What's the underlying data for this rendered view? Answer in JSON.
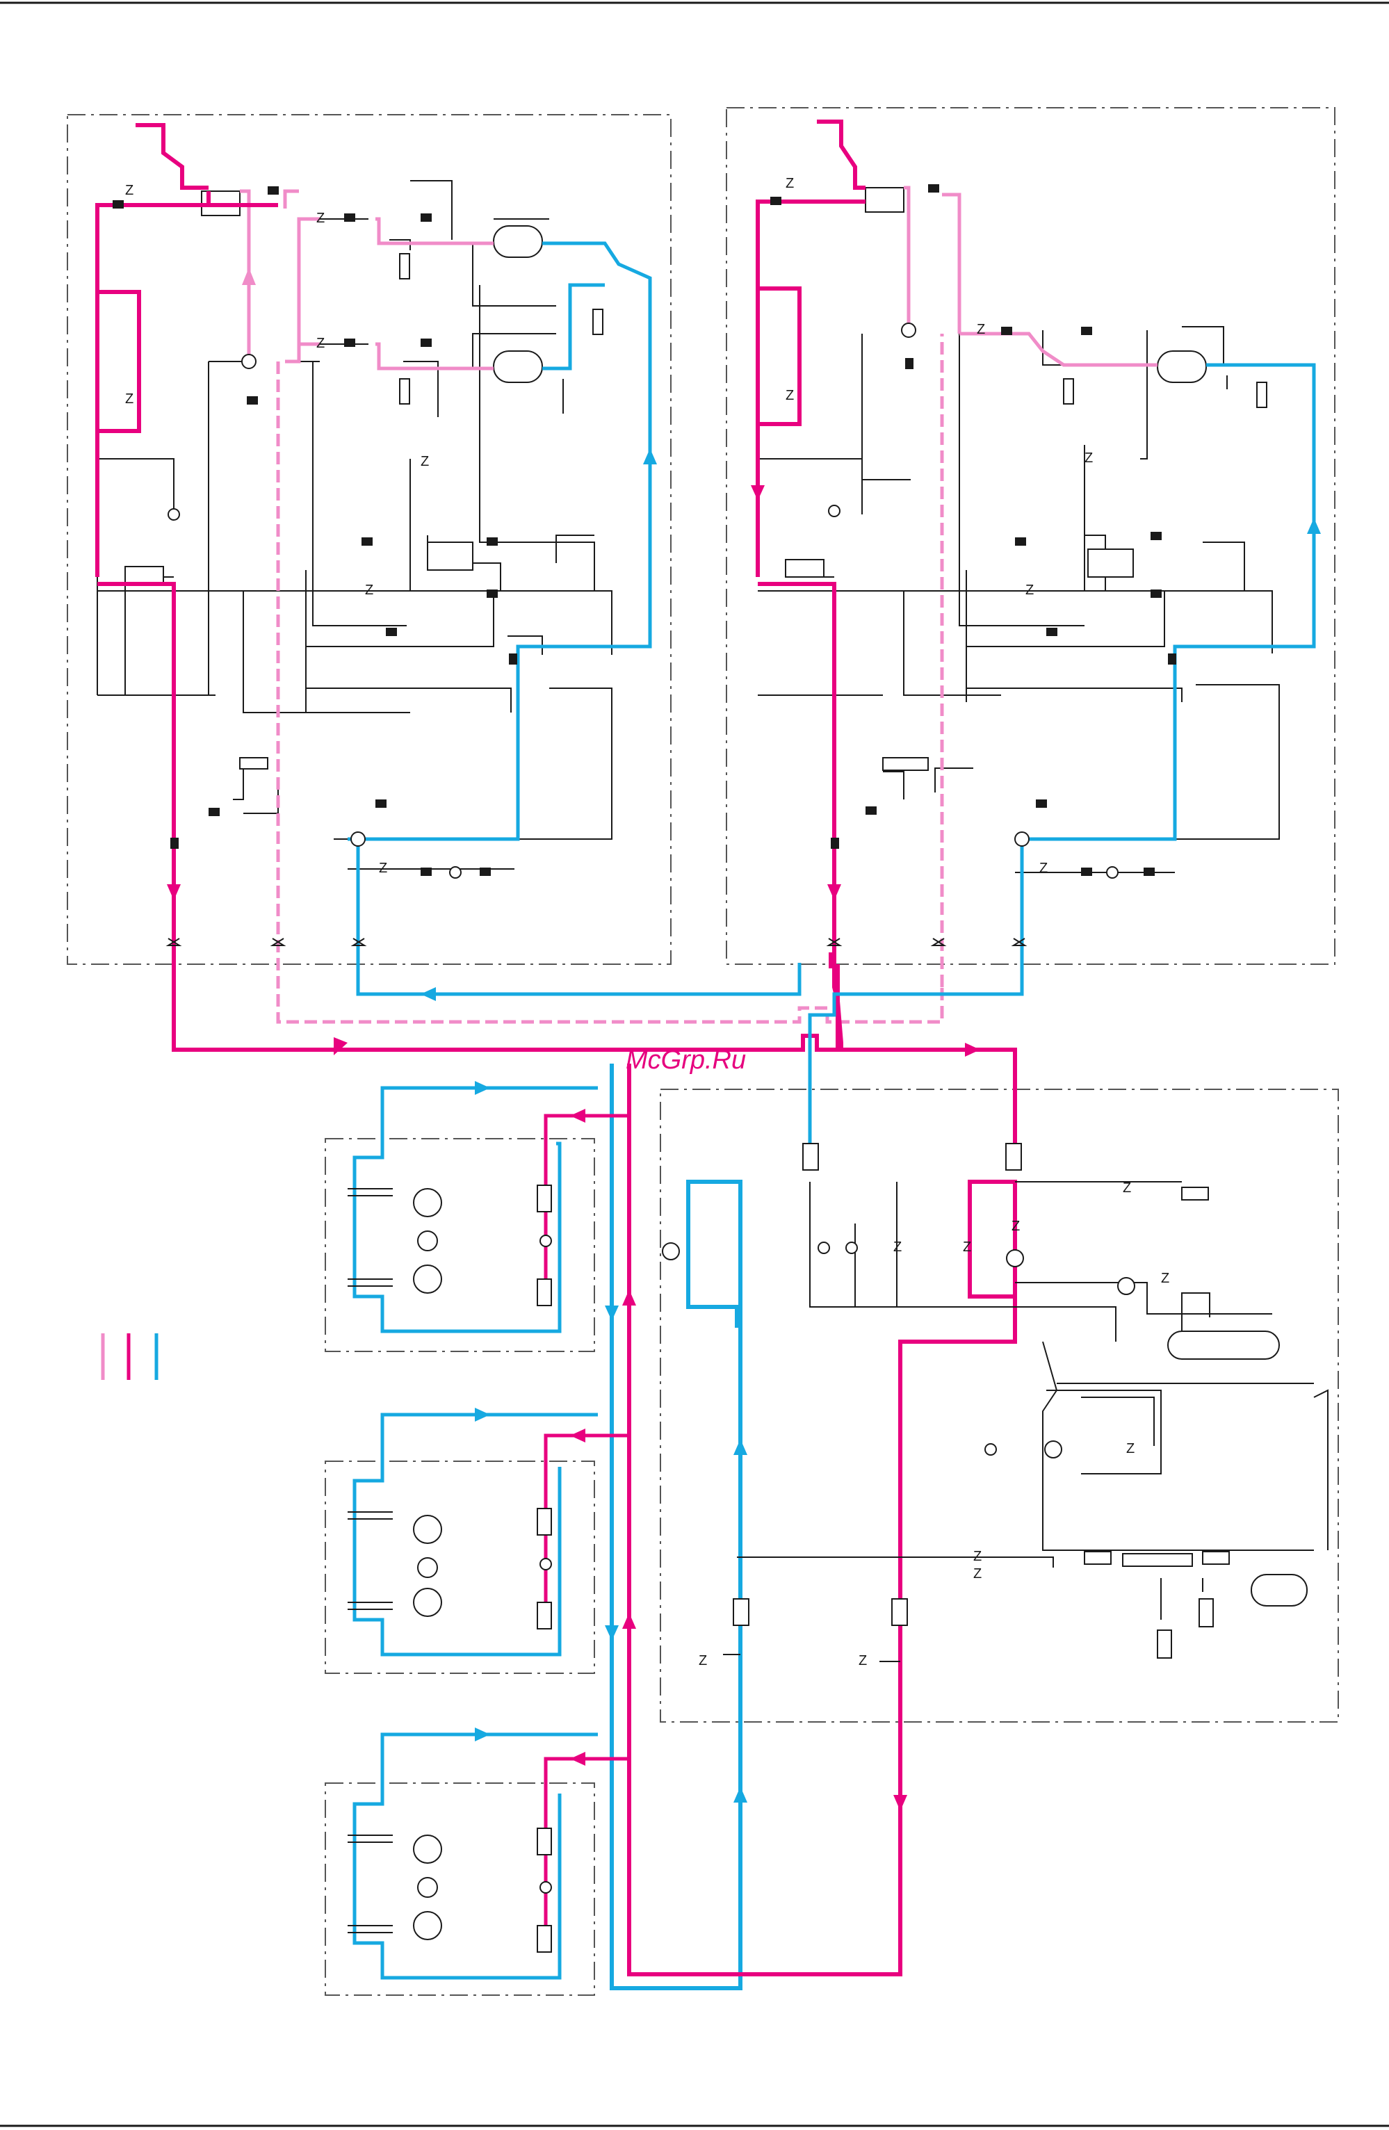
{
  "watermark": "McGrp.Ru",
  "colors": {
    "discharge_gas": "#e8007f",
    "suction_gas": "#16a9e1",
    "liquid": "#f08cc8",
    "line": "#1a1a1a",
    "frame": "#555555"
  },
  "symbols": {
    "check_valve": "Z",
    "legend_lines": [
      "liquid",
      "discharge_gas",
      "suction_gas"
    ]
  },
  "sections": {
    "outdoor_unit_left": "outdoor-unit-1",
    "outdoor_unit_right": "outdoor-unit-2",
    "mode_selector_box": "bs-box",
    "indoor_units": [
      "indoor-unit-1",
      "indoor-unit-2",
      "indoor-unit-3"
    ]
  }
}
